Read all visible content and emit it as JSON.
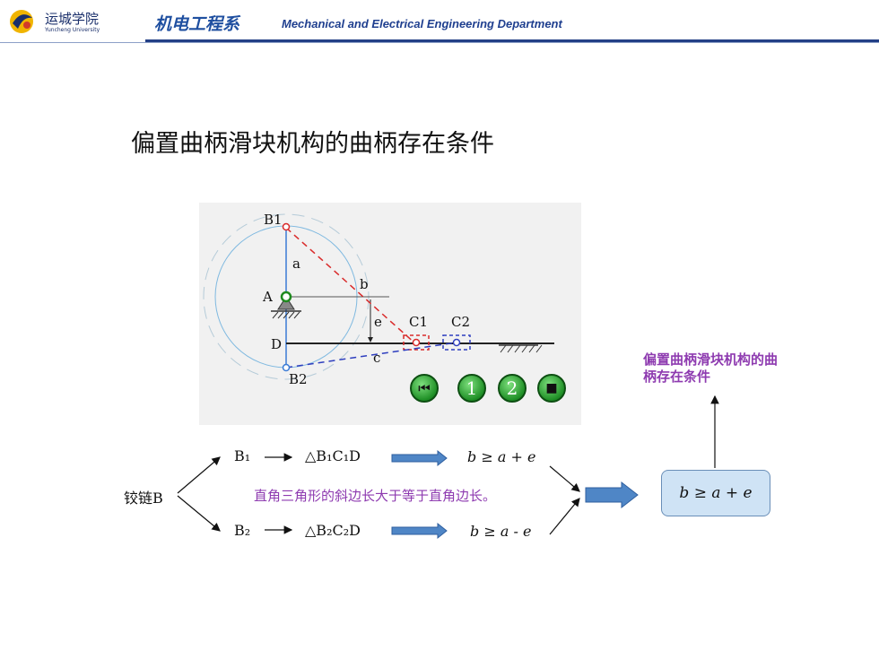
{
  "header": {
    "school_name": "运城学院",
    "school_sub": "Yuncheng University",
    "dept_cn": "机电工程系",
    "dept_en": "Mechanical and Electrical Engineering Department"
  },
  "page_title": "偏置曲柄滑块机构的曲柄存在条件",
  "diagram": {
    "labels": {
      "B1": "B1",
      "B2": "B2",
      "A": "A",
      "a": "a",
      "b": "b",
      "e": "e",
      "C1": "C1",
      "C2": "C2",
      "D": "D",
      "c": "c"
    }
  },
  "controls": {
    "first": "⏮",
    "one": "1",
    "two": "2",
    "stop": "■"
  },
  "side_label": "偏置曲柄滑块机构的曲柄存在条件",
  "flow": {
    "hinge": "铰链B",
    "b1": "B₁",
    "tri1": "△B₁C₁D",
    "ineq1": "b ≥ a + e",
    "b2": "B₂",
    "tri2": "△B₂C₂D",
    "ineq2": "b ≥ a - e",
    "middle_text": "直角三角形的斜边长大于等于直角边长。",
    "result": "b ≥ a + e"
  },
  "colors": {
    "accent_blue": "#1f4fa0",
    "purple": "#8e3bb0",
    "result_bg": "#cfe3f5"
  }
}
